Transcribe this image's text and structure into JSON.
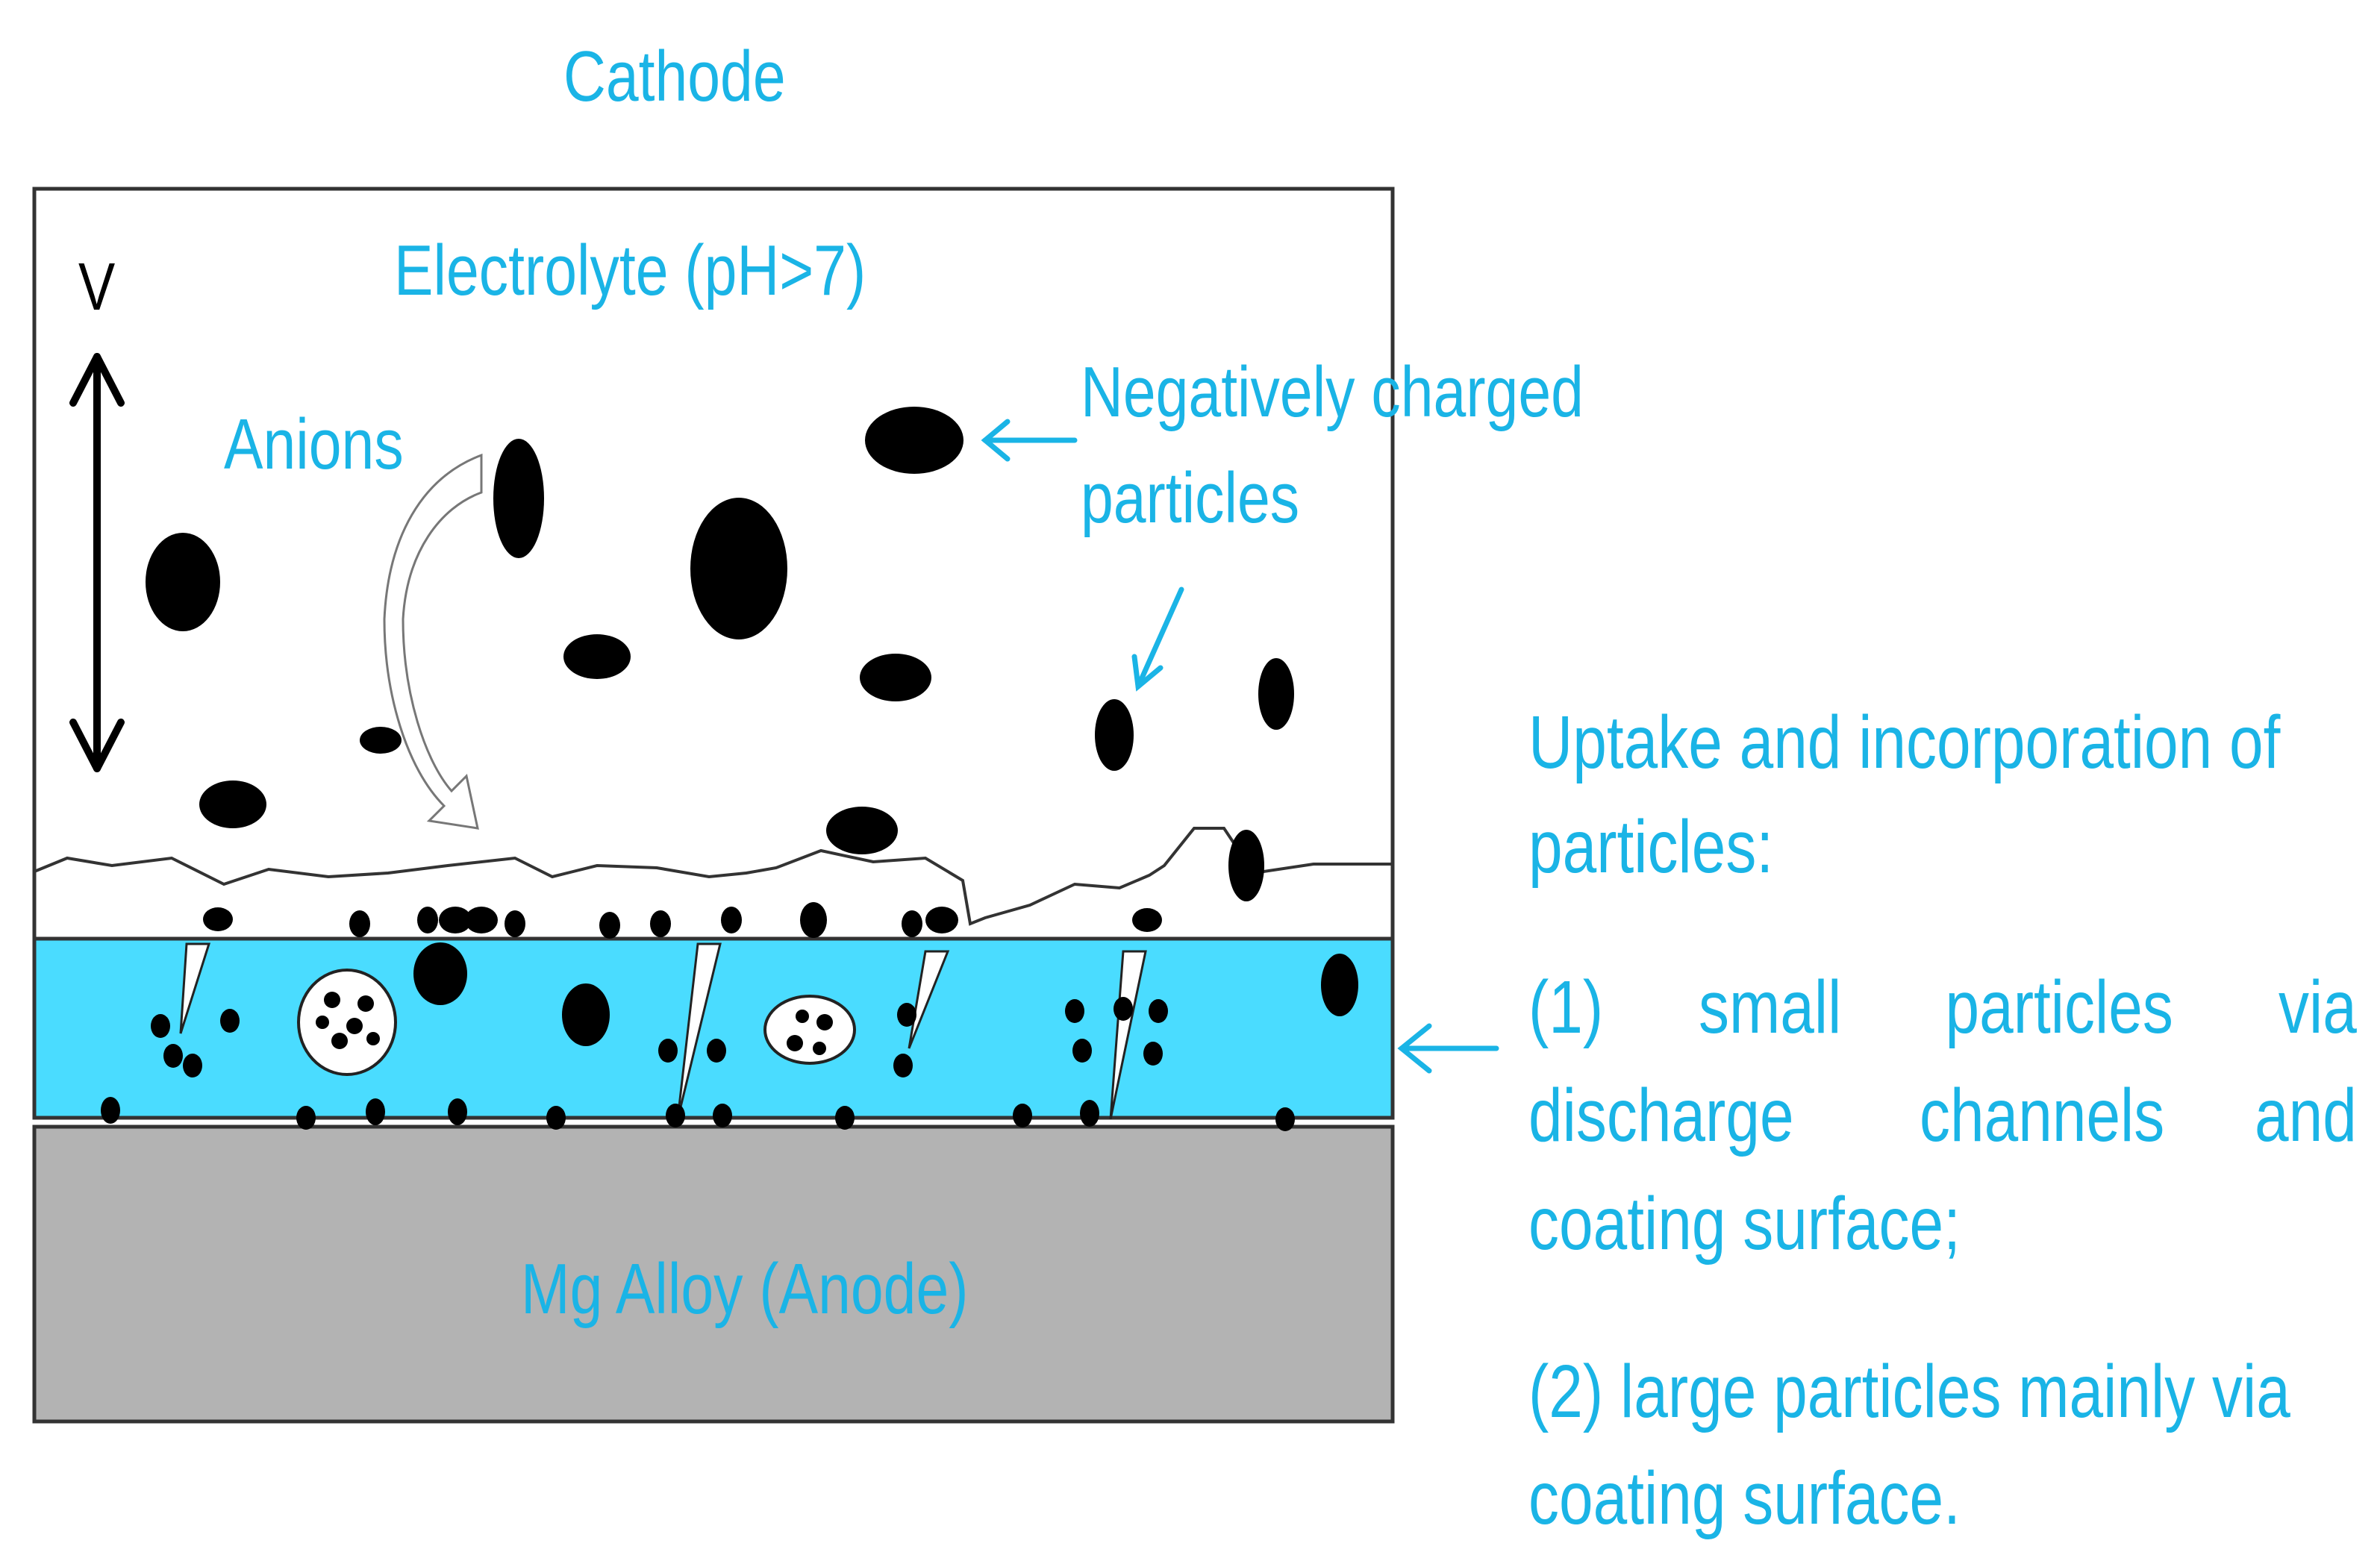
{
  "colors": {
    "text_accent": "#1ab4e6",
    "coating": "#4adcff",
    "substrate": "#b3b3b3",
    "particle": "#000000",
    "outline": "#222222"
  },
  "labels": {
    "cathode": "Cathode",
    "electrolyte": "Electrolyte (pH>7)",
    "voltage": "V",
    "anions": "Anions",
    "negative_line1": "Negatively charged",
    "negative_line2": "particles",
    "anode": "Mg Alloy (Anode)"
  },
  "uptake": {
    "line1": "Uptake and incorporation of",
    "line2": "particles:",
    "item1_line1_words": [
      "(1)",
      "small",
      "particles",
      "via"
    ],
    "item1_line2_words": [
      "discharge",
      "channels",
      "and"
    ],
    "item1_line3": "coating surface;",
    "item2_line1": "(2) large particles mainly via",
    "item2_line2": "coating surface."
  },
  "icons": {
    "voltage_arrow": "double-headed-arrow",
    "anion_arrow": "curved-arrow",
    "pointer_arrow": "left-arrow"
  }
}
